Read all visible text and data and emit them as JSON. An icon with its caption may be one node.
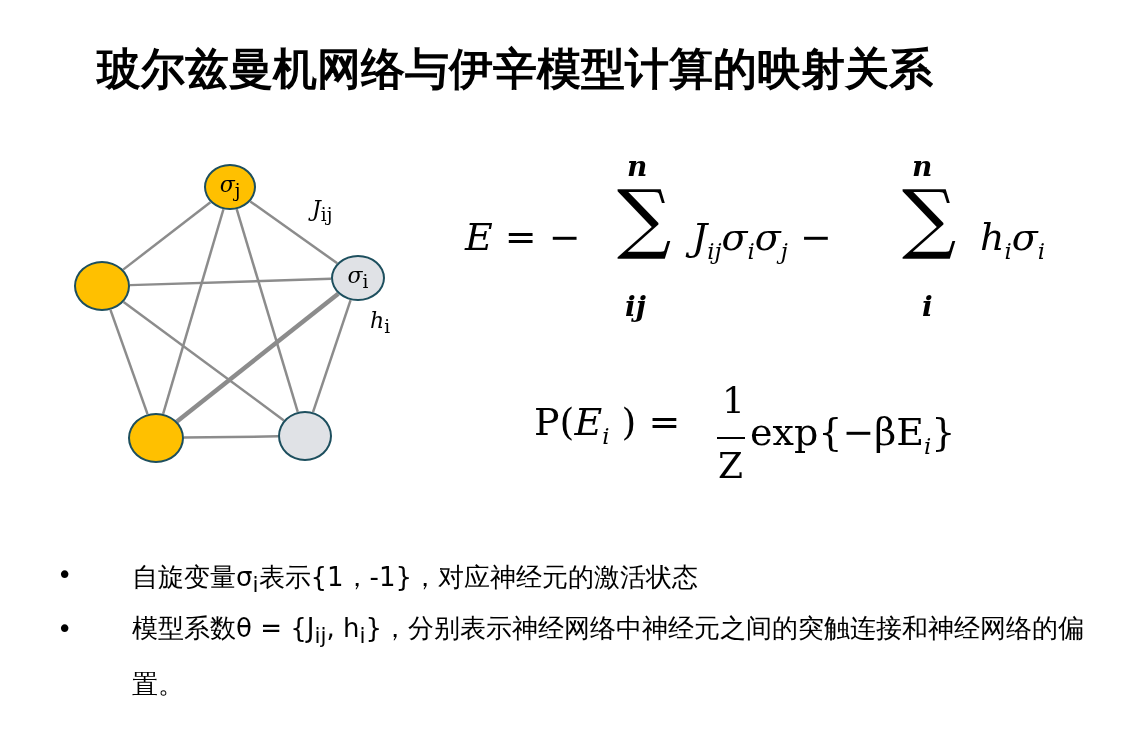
{
  "diagram": {
    "title": "玻尔兹曼机网络与伊辛模型计算的映射关系",
    "nodes": [
      {
        "text": [
          "*σ*$_{j}$"
        ]
      },
      {
        "text": [
          "*σ*$_{i}$"
        ],
        "beside": [
          "*h*$_{i}$"
        ]
      },
      {
        "text": [],
        "shape": "circle"
      },
      {
        "text": [],
        "shape": "circle"
      },
      {
        "text": [],
        "shape": "circle"
      }
    ],
    "edges": [
      {
        "from": 0,
        "to": 1,
        "arrow": "none",
        "label": "*J*$_{ij}$"
      },
      {
        "from": 0,
        "to": 2,
        "arrow": "none"
      },
      {
        "from": 0,
        "to": 3,
        "arrow": "none"
      },
      {
        "from": 0,
        "to": 4,
        "arrow": "none"
      },
      {
        "from": 2,
        "to": 1,
        "arrow": "none"
      },
      {
        "from": 1,
        "to": 3,
        "arrow": "none",
        "style": "thick"
      },
      {
        "from": 1,
        "to": 4,
        "arrow": "none"
      },
      {
        "from": 2,
        "to": 3,
        "arrow": "none"
      },
      {
        "from": 2,
        "to": 4,
        "arrow": "none"
      },
      {
        "from": 3,
        "to": 4,
        "arrow": "none"
      }
    ],
    "labels": [
      "*E* = −",
      "n",
      "∑",
      "ij",
      "*J*$_{ij}$*σ*$_{i}$*σ*$_{j}$ −",
      "n",
      "∑",
      "i",
      "*h*$_{i}$*σ*$_{i}$",
      "P(*E*$_{i}$ ) =",
      "1",
      "Z",
      "exp{−βE$_{i}$}",
      "•",
      "自旋变量σ$_{i}$表示{1，-1}，对应神经元的激活状态",
      "•",
      "模型系数θ = {J$_{ij}$, h$_{i}$}，分别表示神经网络中神经元之间的突触连接和神经网络的偏置。"
    ]
  }
}
